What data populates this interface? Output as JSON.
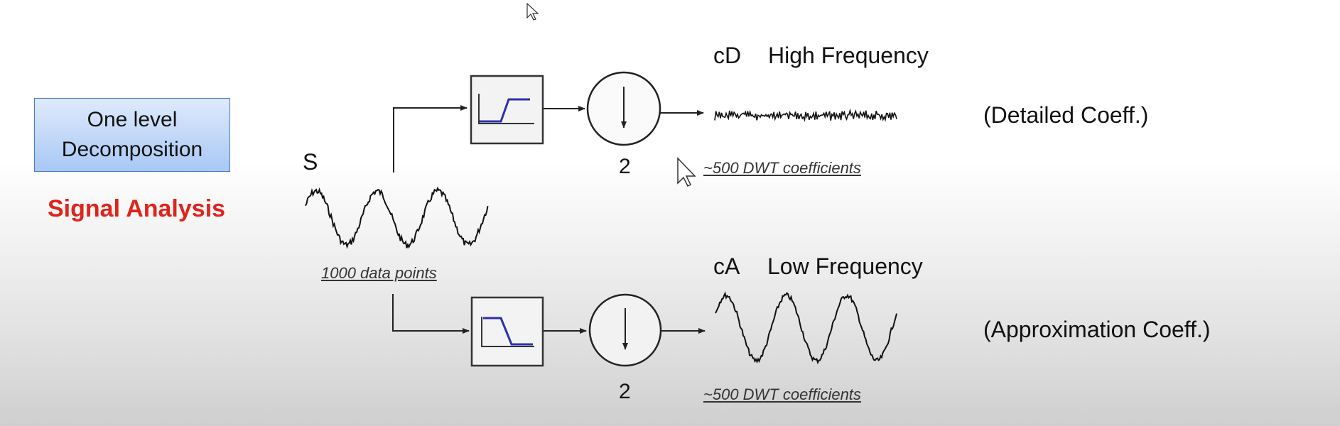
{
  "title_box": {
    "line1": "One level",
    "line2": "Decomposition"
  },
  "subtitle": "Signal Analysis",
  "input": {
    "label": "S",
    "note": "1000 data points"
  },
  "detail_branch": {
    "short": "cD",
    "title": "High Frequency",
    "factor": "2",
    "note": "~500 DWT coefficients",
    "label": "(Detailed Coeff.)",
    "filter": "high-pass"
  },
  "approx_branch": {
    "short": "cA",
    "title": "Low Frequency",
    "factor": "2",
    "note": "~500 DWT coefficients",
    "label": "(Approximation Coeff.)",
    "filter": "low-pass"
  },
  "colors": {
    "filter_curve": "#2f2fb0",
    "subtitle": "#e0231b",
    "box_fill": "#a8c8f5"
  }
}
